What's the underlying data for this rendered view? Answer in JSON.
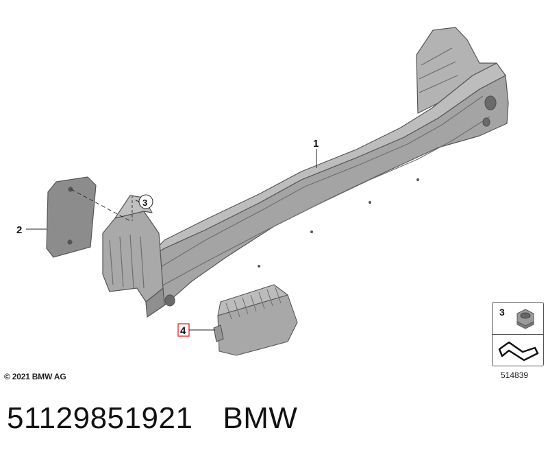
{
  "callouts": {
    "c1": "1",
    "c2": "2",
    "c3": "3",
    "c4": "4"
  },
  "legend": {
    "item_number": "3"
  },
  "copyright": "© 2021 BMW AG",
  "diagram_ref": "514839",
  "footer": {
    "part_number": "51129851921",
    "brand": "BMW"
  },
  "colors": {
    "part_fill": "#a6a6a6",
    "part_dark": "#7e7e7e",
    "part_light": "#c4c4c4",
    "highlight_box": "#e0303a"
  }
}
